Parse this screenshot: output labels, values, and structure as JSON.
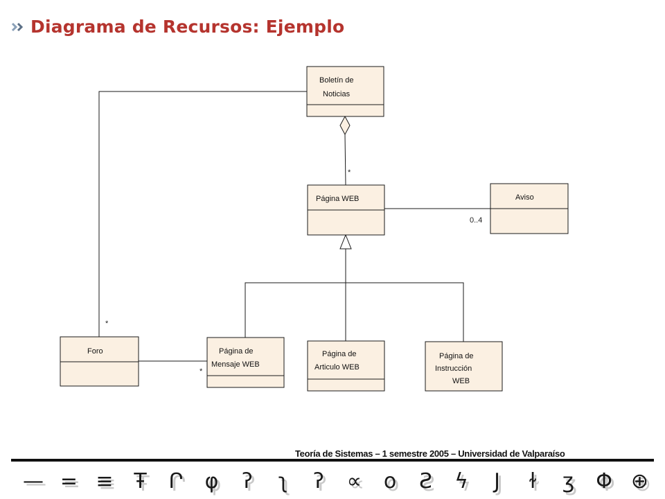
{
  "title": "Diagrama de Recursos: Ejemplo",
  "footer": "Teoría de Sistemas – 1 semestre 2005 – Universidad de Valparaíso",
  "colors": {
    "title": "#b5342e",
    "box_fill": "#fbf0e2",
    "line": "#1a1a1a"
  },
  "classes": {
    "boletin": [
      "Boletín de",
      "Noticias"
    ],
    "pagina_web": [
      "Página WEB"
    ],
    "aviso": [
      "Aviso"
    ],
    "foro": [
      "Foro"
    ],
    "mensaje": [
      "Página de",
      "Mensaje WEB"
    ],
    "articulo": [
      "Página de",
      "Articulo WEB"
    ],
    "instruccion": [
      "Página de",
      "Instrucción",
      "WEB"
    ]
  },
  "multiplicities": {
    "boletin_pagina": "*",
    "aviso_pagina": "0..4",
    "foro_boletin": "*",
    "foro_mensaje": "*"
  },
  "glyphs": [
    "—",
    "=",
    "≡",
    "Ŧ",
    "Ր",
    "φ",
    "ʔ",
    "ʅ",
    "ʔ",
    "∝",
    "ο",
    "Ƨ",
    "ϟ",
    "Ј",
    "ɫ",
    "ʒ",
    "Φ",
    "⊕"
  ]
}
